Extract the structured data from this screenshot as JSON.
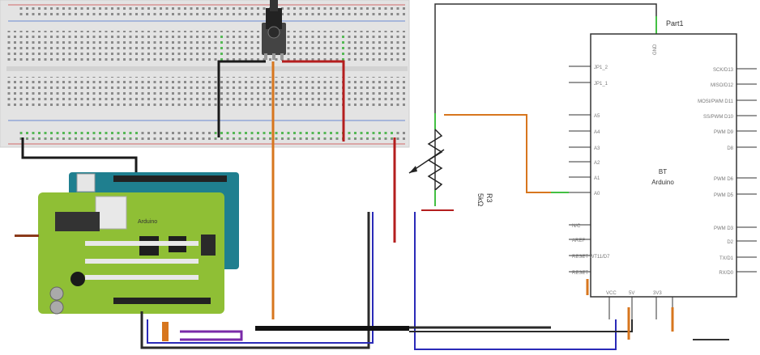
{
  "breadboard_view": {
    "pot_label": "",
    "arduino_board_label": "Arduino"
  },
  "schematic": {
    "part_label": "Part1",
    "chip_title_line1": "BT",
    "chip_title_line2": "Arduino",
    "gnd_label": "GND",
    "resistor_name": "R3",
    "resistor_value": "5kΩ",
    "left_pins": [
      "JP1_2",
      "JP1_1",
      "A5",
      "A4",
      "A3",
      "A2",
      "A1",
      "A0"
    ],
    "left_pins_lower": [
      "N/C",
      "AREF",
      "RESET WT11/D7",
      "RESET"
    ],
    "right_pins": [
      "SCK/D13",
      "MISO/D12",
      "MOSI/PWM D11",
      "SS/PWM D10",
      "PWM D9",
      "D8",
      "PWM D6",
      "PWM D5"
    ],
    "right_pins_lower": [
      "PWM D3",
      "D2",
      "TX/D1",
      "RX/D0"
    ],
    "bottom_pins": [
      "VCC",
      "5V",
      "3V3"
    ]
  },
  "colors": {
    "wire_black": "#1a1a1a",
    "wire_red": "#b41e1e",
    "wire_orange": "#d7761e",
    "wire_green": "#43c043",
    "wire_blue": "#2a2ab8",
    "wire_purple": "#7a2aa8",
    "board_green": "#8fbf35",
    "board_teal": "#1f7f8f"
  }
}
